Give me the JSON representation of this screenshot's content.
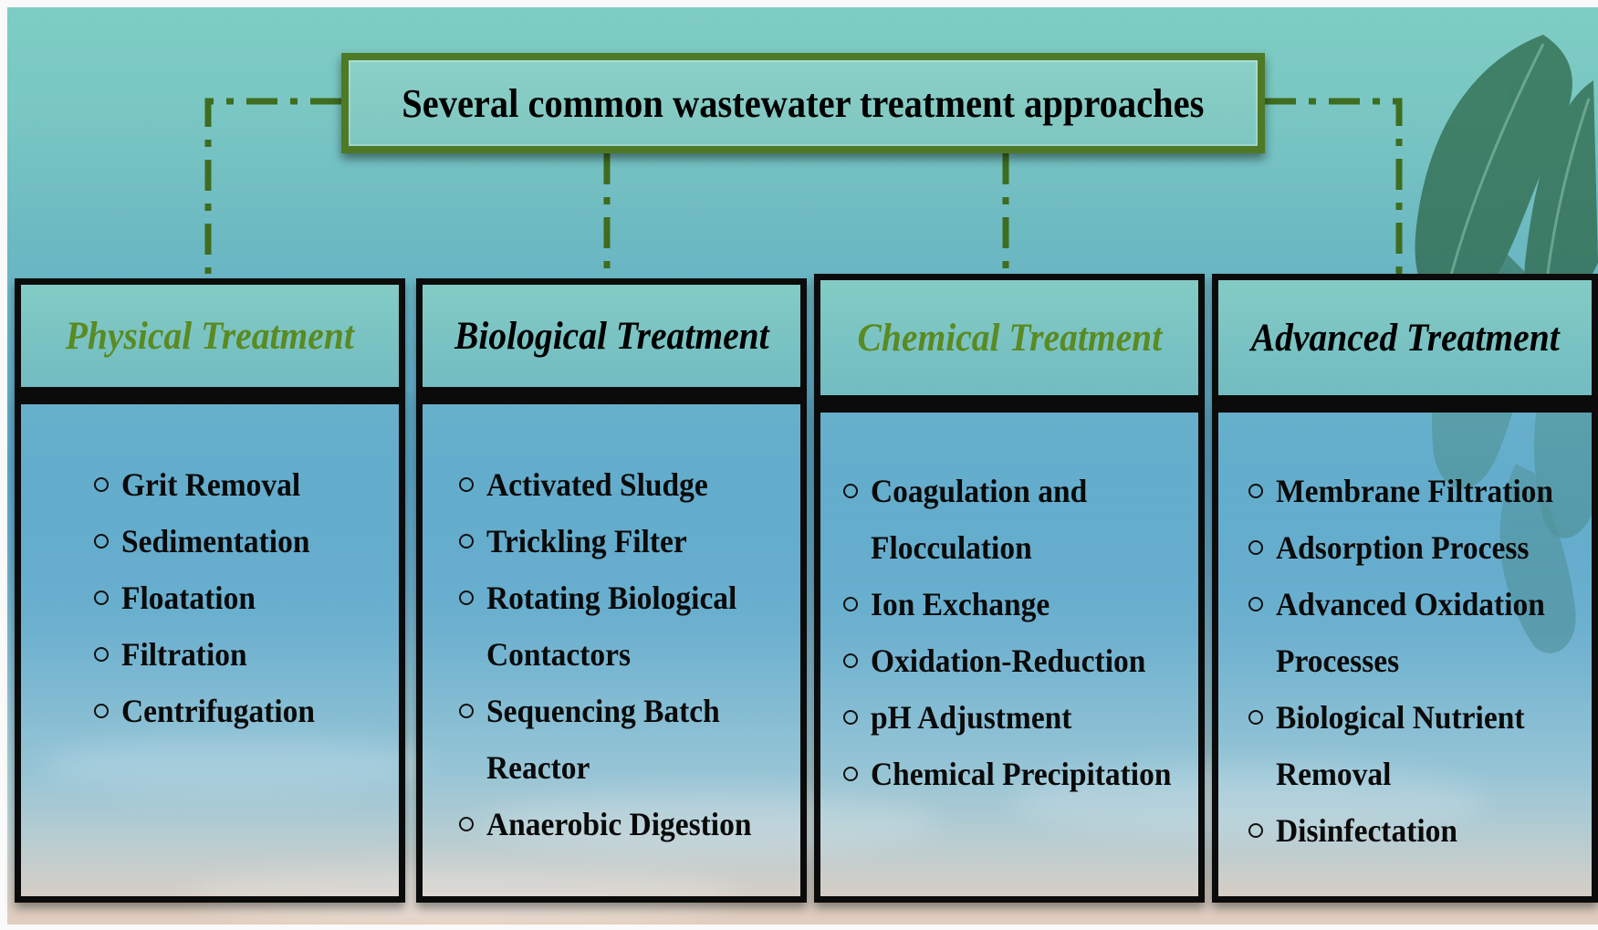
{
  "title": "Several common wastewater treatment approaches",
  "colors": {
    "title_border": "#4e7a25",
    "green_heading": "#5a8a22",
    "black_heading": "#000000",
    "connector": "#3f6d1f"
  },
  "columns": [
    {
      "heading": "Physical Treatment",
      "heading_color": "#5a8a22",
      "items": [
        {
          "line1": "Grit Removal",
          "line2": ""
        },
        {
          "line1": "Sedimentation",
          "line2": ""
        },
        {
          "line1": "Floatation",
          "line2": ""
        },
        {
          "line1": "Filtration",
          "line2": ""
        },
        {
          "line1": "Centrifugation",
          "line2": ""
        }
      ]
    },
    {
      "heading": "Biological Treatment",
      "heading_color": "#000000",
      "items": [
        {
          "line1": "Activated Sludge",
          "line2": ""
        },
        {
          "line1": "Trickling Filter",
          "line2": ""
        },
        {
          "line1": "Rotating Biological",
          "line2": "Contactors"
        },
        {
          "line1": "Sequencing Batch",
          "line2": "Reactor"
        },
        {
          "line1": "Anaerobic Digestion",
          "line2": ""
        }
      ]
    },
    {
      "heading": "Chemical Treatment",
      "heading_color": "#5a8a22",
      "items": [
        {
          "line1": "Coagulation and",
          "line2": "Flocculation"
        },
        {
          "line1": "Ion Exchange",
          "line2": ""
        },
        {
          "line1": "Oxidation-Reduction",
          "line2": ""
        },
        {
          "line1": "pH Adjustment",
          "line2": ""
        },
        {
          "line1": "Chemical Precipitation",
          "line2": ""
        }
      ]
    },
    {
      "heading": "Advanced Treatment",
      "heading_color": "#000000",
      "items": [
        {
          "line1": "Membrane Filtration",
          "line2": ""
        },
        {
          "line1": "Adsorption Process",
          "line2": ""
        },
        {
          "line1": "Advanced Oxidation",
          "line2": "Processes"
        },
        {
          "line1": "Biological Nutrient",
          "line2": "Removal"
        },
        {
          "line1": "Disinfectation",
          "line2": ""
        }
      ]
    }
  ]
}
